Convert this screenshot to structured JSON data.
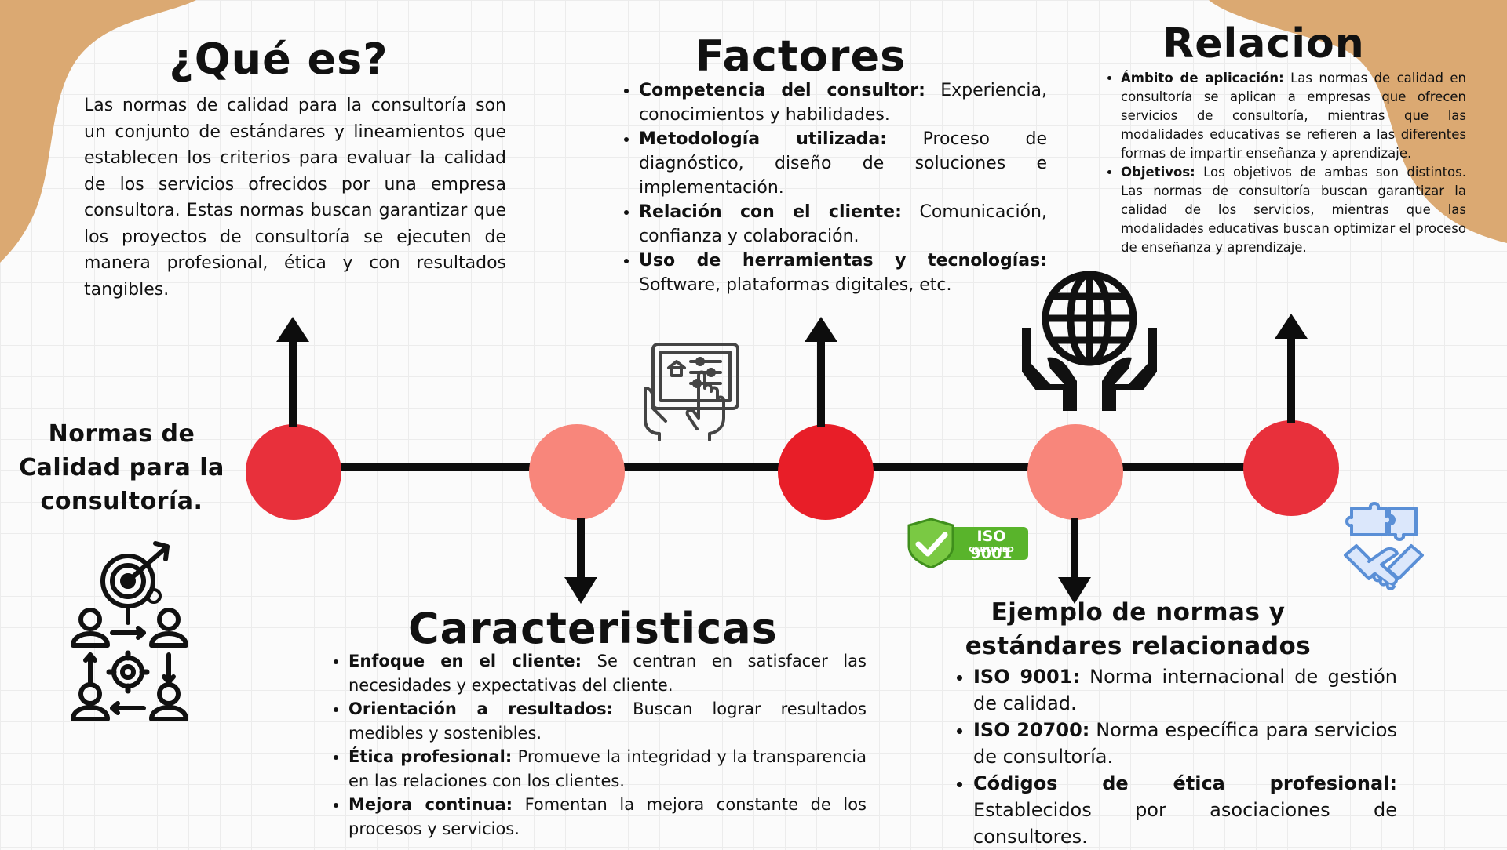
{
  "center_title": "Normas de Calidad para la consultoría.",
  "colors": {
    "node_strong": "#e8303b",
    "node_light": "#f8867b",
    "line": "#0d0d0d",
    "blob": "#dba972",
    "cert_green": "#59b42b",
    "puzzle_blue": "#5a8fd6"
  },
  "que_es": {
    "title": "¿Qué es?",
    "text": "Las normas de calidad para la consultoría son un conjunto de estándares y lineamientos que establecen los criterios para evaluar la calidad de los servicios ofrecidos por una empresa consultora. Estas normas buscan garantizar que los proyectos de consultoría se ejecuten de manera profesional, ética y con resultados tangibles."
  },
  "factores": {
    "title": "Factores",
    "items": [
      {
        "label": "Competencia del consultor:",
        "text": " Experiencia, conocimientos y habilidades."
      },
      {
        "label": "Metodología utilizada:",
        "text": " Proceso de diagnóstico, diseño de soluciones e implementación."
      },
      {
        "label": "Relación con el cliente:",
        "text": " Comunicación, confianza y colaboración."
      },
      {
        "label": "Uso de herramientas y tecnologías:",
        "text": " Software, plataformas digitales, etc."
      }
    ]
  },
  "relacion": {
    "title": "Relacion",
    "items": [
      {
        "label": "Ámbito de aplicación:",
        "text": " Las normas de calidad en consultoría se aplican a empresas que ofrecen servicios de consultoría, mientras que las modalidades educativas se refieren a las diferentes formas de impartir enseñanza y aprendizaje."
      },
      {
        "label": "Objetivos:",
        "text": " Los objetivos de ambas son distintos. Las normas de consultoría buscan garantizar la calidad de los servicios, mientras que las modalidades educativas buscan optimizar el proceso de enseñanza y aprendizaje."
      }
    ]
  },
  "caracteristicas": {
    "title": "Caracteristicas",
    "items": [
      {
        "label": "Enfoque en el cliente:",
        "text": " Se centran en satisfacer las necesidades y expectativas del cliente."
      },
      {
        "label": "Orientación a resultados:",
        "text": " Buscan lograr resultados medibles y sostenibles."
      },
      {
        "label": "Ética profesional:",
        "text": " Promueve la integridad y la transparencia en las relaciones con los clientes."
      },
      {
        "label": "Mejora continua:",
        "text": " Fomentan la mejora constante de los procesos y servicios."
      }
    ]
  },
  "ejemplos": {
    "title": "Ejemplo de normas y estándares relacionados",
    "items": [
      {
        "label": "ISO 9001:",
        "text": " Norma internacional de gestión de calidad."
      },
      {
        "label": "ISO 20700:",
        "text": " Norma específica para servicios de consultoría."
      },
      {
        "label": "Códigos de ética profesional:",
        "text": " Establecidos por asociaciones de consultores."
      }
    ]
  },
  "badge": {
    "line1": "ISO 9001",
    "line2": "CERTIFIED"
  },
  "icons": {
    "target": "target-team-gears-icon",
    "tablet": "tablet-touch-icon",
    "globe": "globe-hands-icon",
    "badge": "iso-certified-badge-icon",
    "handshake": "puzzle-handshake-icon"
  }
}
